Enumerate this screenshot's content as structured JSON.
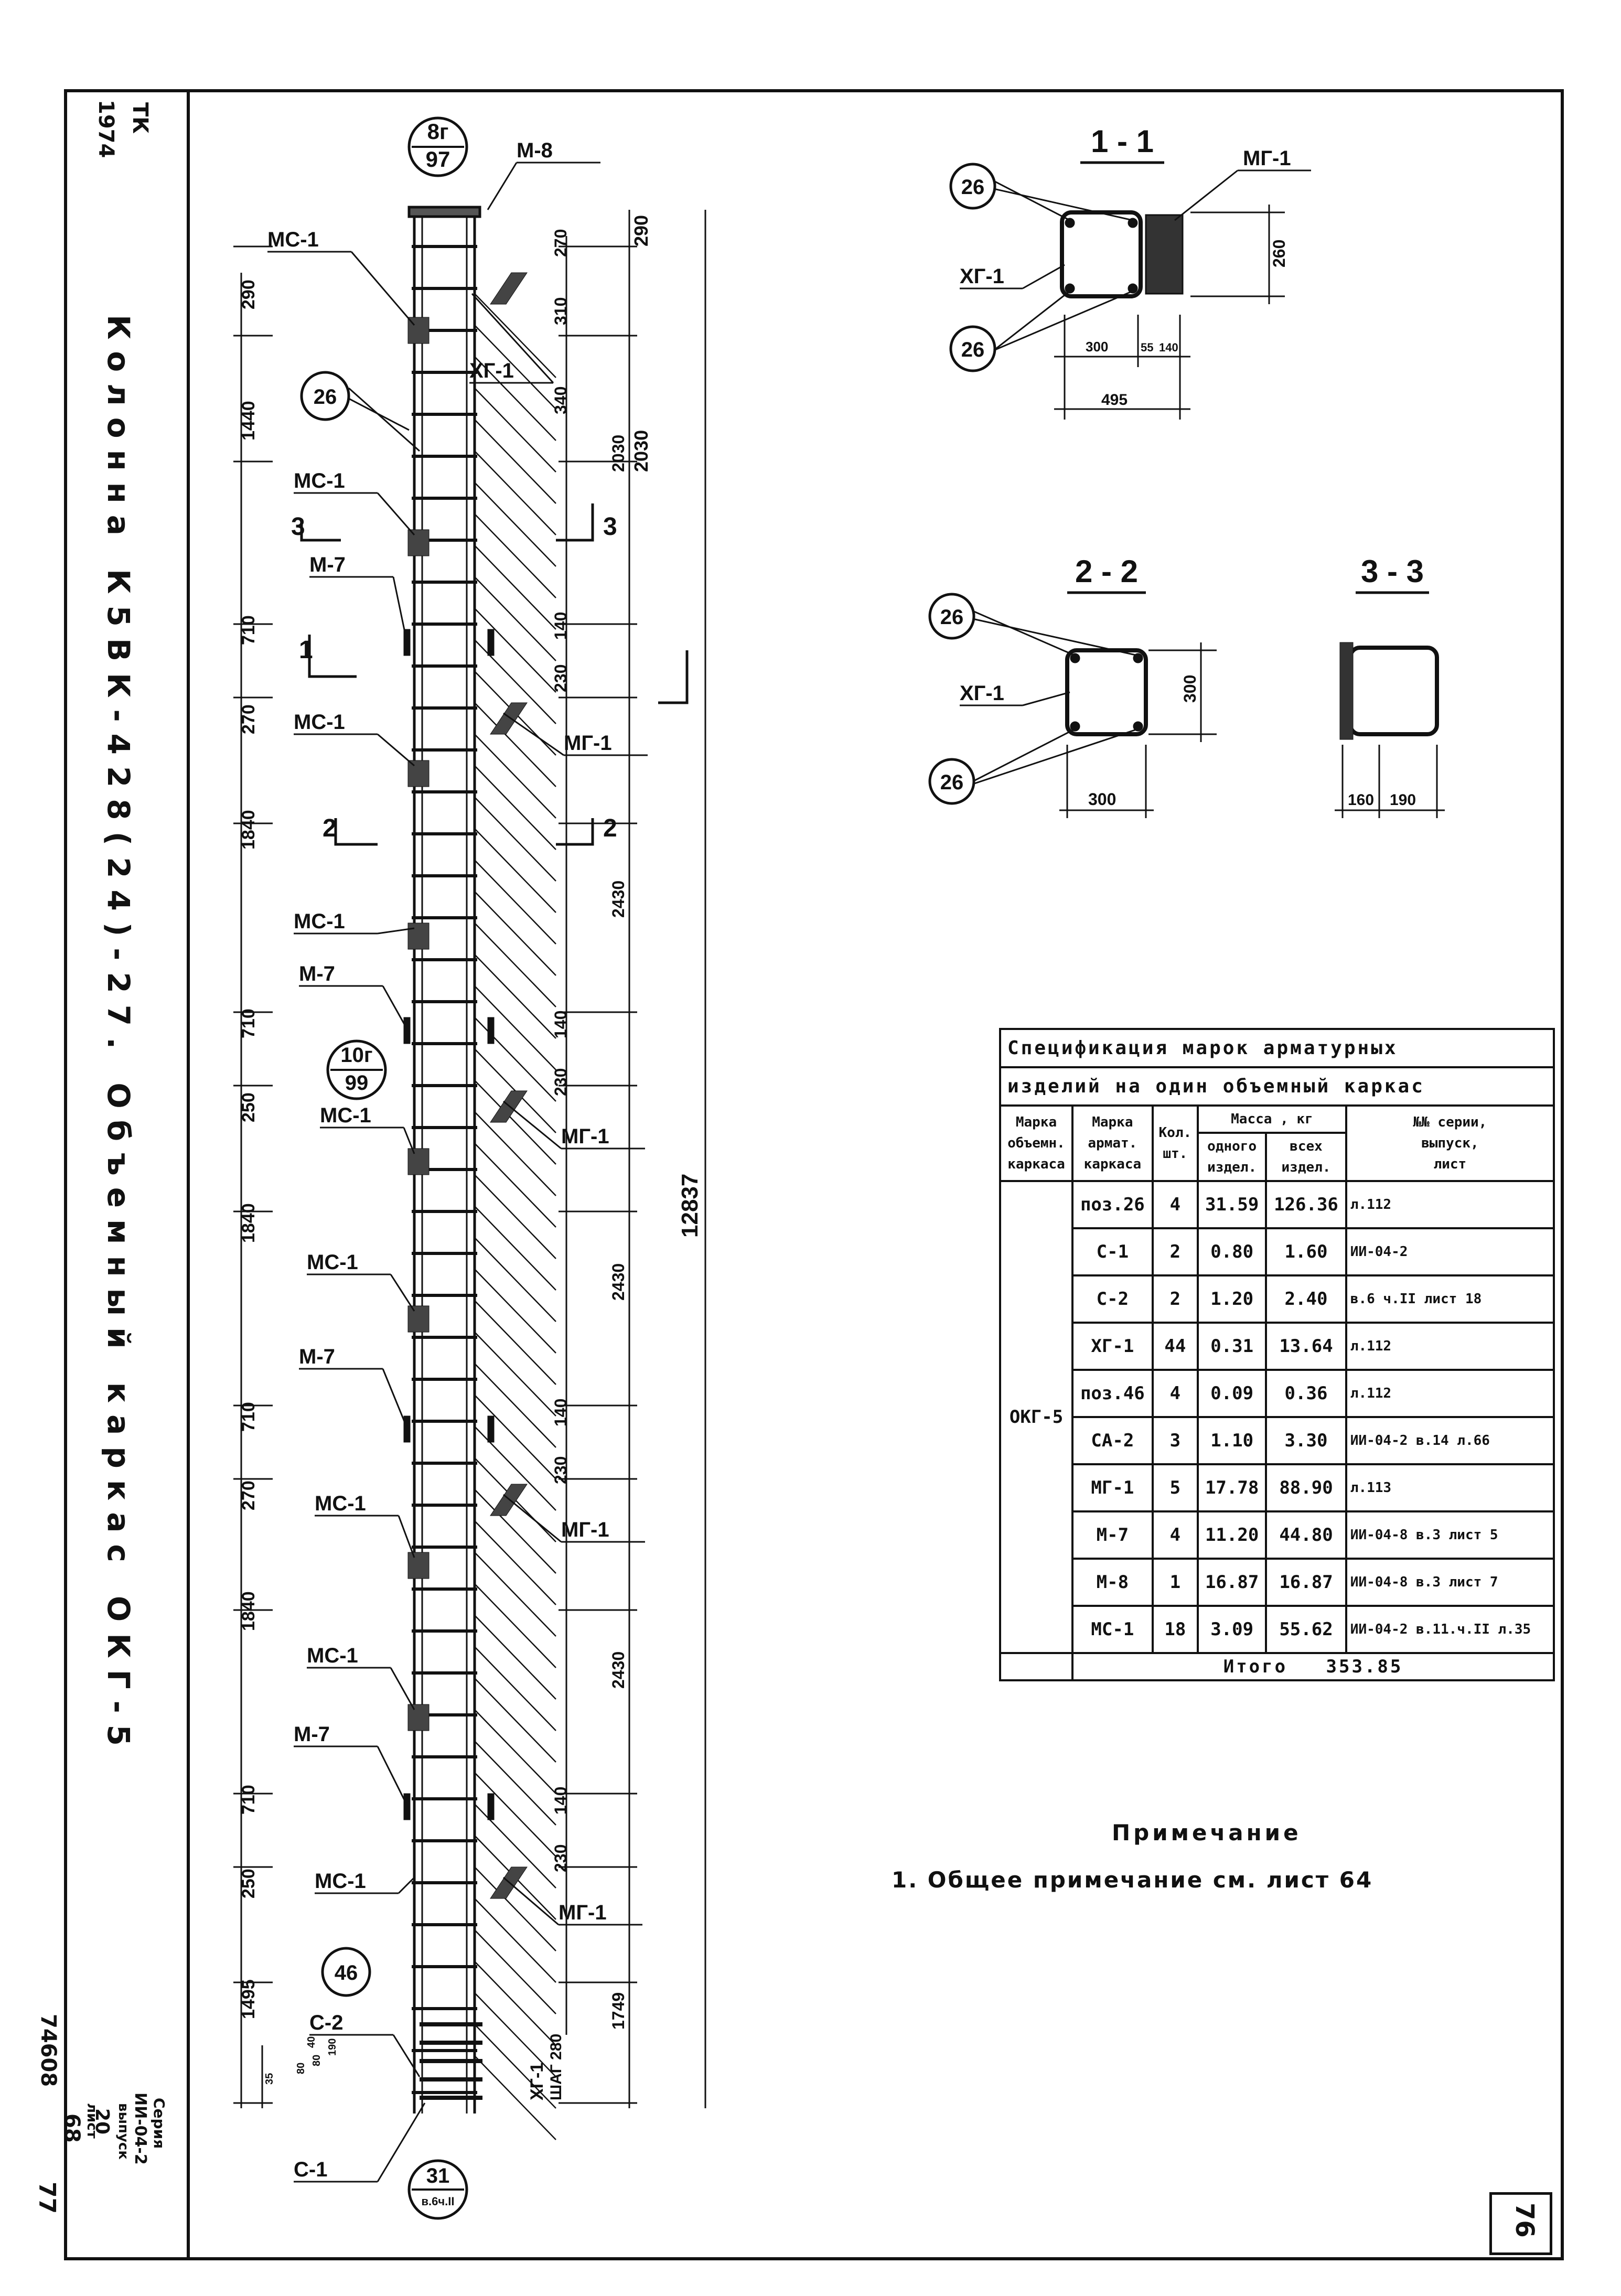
{
  "title_block": {
    "tk": "ТК",
    "tk_number": "1974",
    "main_title": "Колонна К5ВК-428(24)-27.   Объемный   каркас ОКГ-5",
    "series_label": "Серия",
    "series_value": "ИИ-04-2",
    "issue_label": "выпуск",
    "issue_value": "20",
    "sheet_label": "лист",
    "sheet_value": "68",
    "archive_number": "74608",
    "corner_number": "77",
    "sheet_number": "76"
  },
  "elevation": {
    "top_callout": {
      "top": "8г",
      "bottom": "97"
    },
    "mid_callout": {
      "top": "10г",
      "bottom": "99"
    },
    "bottom_callout": {
      "top": "31",
      "bottom": "в.6ч.II"
    },
    "labels": {
      "m8": "М-8",
      "ms1": "МС-1",
      "m7": "М-7",
      "mg1": "МГ-1",
      "xg1": "ХГ-1",
      "pos26": "26",
      "pos46": "46",
      "c1": "С-1",
      "c2": "С-2",
      "xg1_step": "ХГ-1",
      "step_text": "ШАГ 280",
      "sec1": "1",
      "sec2": "2",
      "sec3": "3"
    },
    "left_dims": [
      "290",
      "1440",
      "710",
      "270",
      "1840",
      "710",
      "250",
      "1840",
      "710",
      "270",
      "1840",
      "710",
      "250",
      "1495",
      "35",
      "80",
      "80",
      "190",
      "40"
    ],
    "right_dims": [
      "270",
      "310",
      "340",
      "2030",
      "140",
      "230",
      "2430",
      "140",
      "230",
      "2430",
      "140",
      "230",
      "2430",
      "140",
      "230",
      "1749"
    ],
    "outer_dims": [
      "290",
      "2030",
      "12837"
    ]
  },
  "sections": {
    "s11": {
      "title": "1 - 1",
      "label_mg": "МГ-1",
      "label_xg": "ХГ-1",
      "pos": "26",
      "dims": [
        "260",
        "300",
        "55",
        "140",
        "495"
      ]
    },
    "s22": {
      "title": "2 - 2",
      "label_xg": "ХГ-1",
      "pos": "26",
      "dims": [
        "300",
        "300"
      ]
    },
    "s33": {
      "title": "3 - 3",
      "dims": [
        "160",
        "190"
      ]
    }
  },
  "spec": {
    "caption1": "Спецификация марок арматурных",
    "caption2": "изделий на один объемный каркас",
    "headers": {
      "mark_vol": [
        "Марка",
        "объемн.",
        "каркаса"
      ],
      "mark_arm": [
        "Марка",
        "армат.",
        "каркаса"
      ],
      "qty": [
        "Кол.",
        "шт."
      ],
      "mass": "Масса , кг",
      "mass_one": [
        "одного",
        "издел."
      ],
      "mass_all": [
        "всех",
        "издел."
      ],
      "series": [
        "№№ серии,",
        "выпуск,",
        "лист"
      ]
    },
    "group": "ОКГ-5",
    "rows": [
      {
        "mark": "поз.26",
        "qty": "4",
        "one": "31.59",
        "all": "126.36",
        "ref": "л.112"
      },
      {
        "mark": "С-1",
        "qty": "2",
        "one": "0.80",
        "all": "1.60",
        "ref": "ИИ-04-2"
      },
      {
        "mark": "С-2",
        "qty": "2",
        "one": "1.20",
        "all": "2.40",
        "ref": "в.6 ч.II лист 18"
      },
      {
        "mark": "ХГ-1",
        "qty": "44",
        "one": "0.31",
        "all": "13.64",
        "ref": "л.112"
      },
      {
        "mark": "поз.46",
        "qty": "4",
        "one": "0.09",
        "all": "0.36",
        "ref": "л.112"
      },
      {
        "mark": "СА-2",
        "qty": "3",
        "one": "1.10",
        "all": "3.30",
        "ref": "ИИ-04-2 в.14 л.66"
      },
      {
        "mark": "МГ-1",
        "qty": "5",
        "one": "17.78",
        "all": "88.90",
        "ref": "л.113"
      },
      {
        "mark": "М-7",
        "qty": "4",
        "one": "11.20",
        "all": "44.80",
        "ref": "ИИ-04-8 в.3 лист 5"
      },
      {
        "mark": "М-8",
        "qty": "1",
        "one": "16.87",
        "all": "16.87",
        "ref": "ИИ-04-8 в.3 лист 7"
      },
      {
        "mark": "МС-1",
        "qty": "18",
        "one": "3.09",
        "all": "55.62",
        "ref": "ИИ-04-2 в.11.ч.II л.35"
      }
    ],
    "total_label": "Итого",
    "total_value": "353.85"
  },
  "notes": {
    "title": "Примечание",
    "item1": "1. Общее примечание см. лист 64"
  }
}
